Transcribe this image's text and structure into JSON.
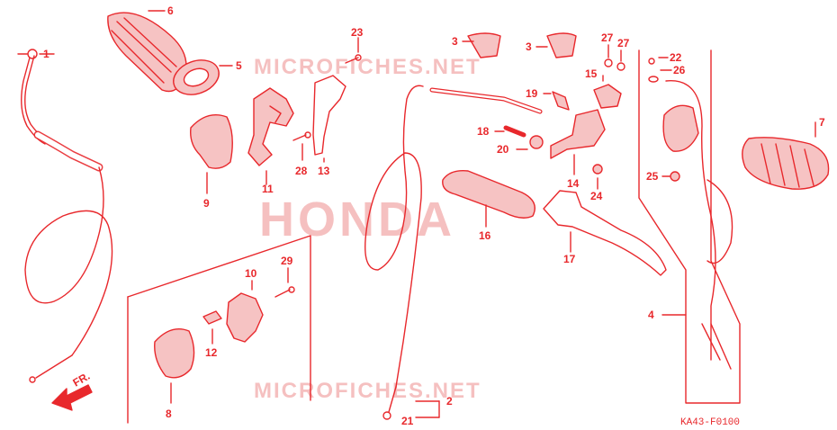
{
  "colors": {
    "line": "#e8282c",
    "fill": "#f6c3c3",
    "watermark": "#f4b6b6"
  },
  "watermark": {
    "top": "MICROFICHES.NET",
    "center": "HONDA",
    "bottom": "MICROFICHES.NET"
  },
  "direction_label": "FR.",
  "reference_code": "KA43-F0100",
  "callouts": {
    "c1": "1",
    "c2": "2",
    "c3a": "3",
    "c3b": "3",
    "c4": "4",
    "c5": "5",
    "c6": "6",
    "c7": "7",
    "c8": "8",
    "c9": "9",
    "c10": "10",
    "c11": "11",
    "c12": "12",
    "c13": "13",
    "c14": "14",
    "c15": "15",
    "c16": "16",
    "c17": "17",
    "c18": "18",
    "c19": "19",
    "c20": "20",
    "c21": "21",
    "c22": "22",
    "c23": "23",
    "c24": "24",
    "c25": "25",
    "c26": "26",
    "c27a": "27",
    "c27b": "27",
    "c28": "28",
    "c29": "29"
  }
}
